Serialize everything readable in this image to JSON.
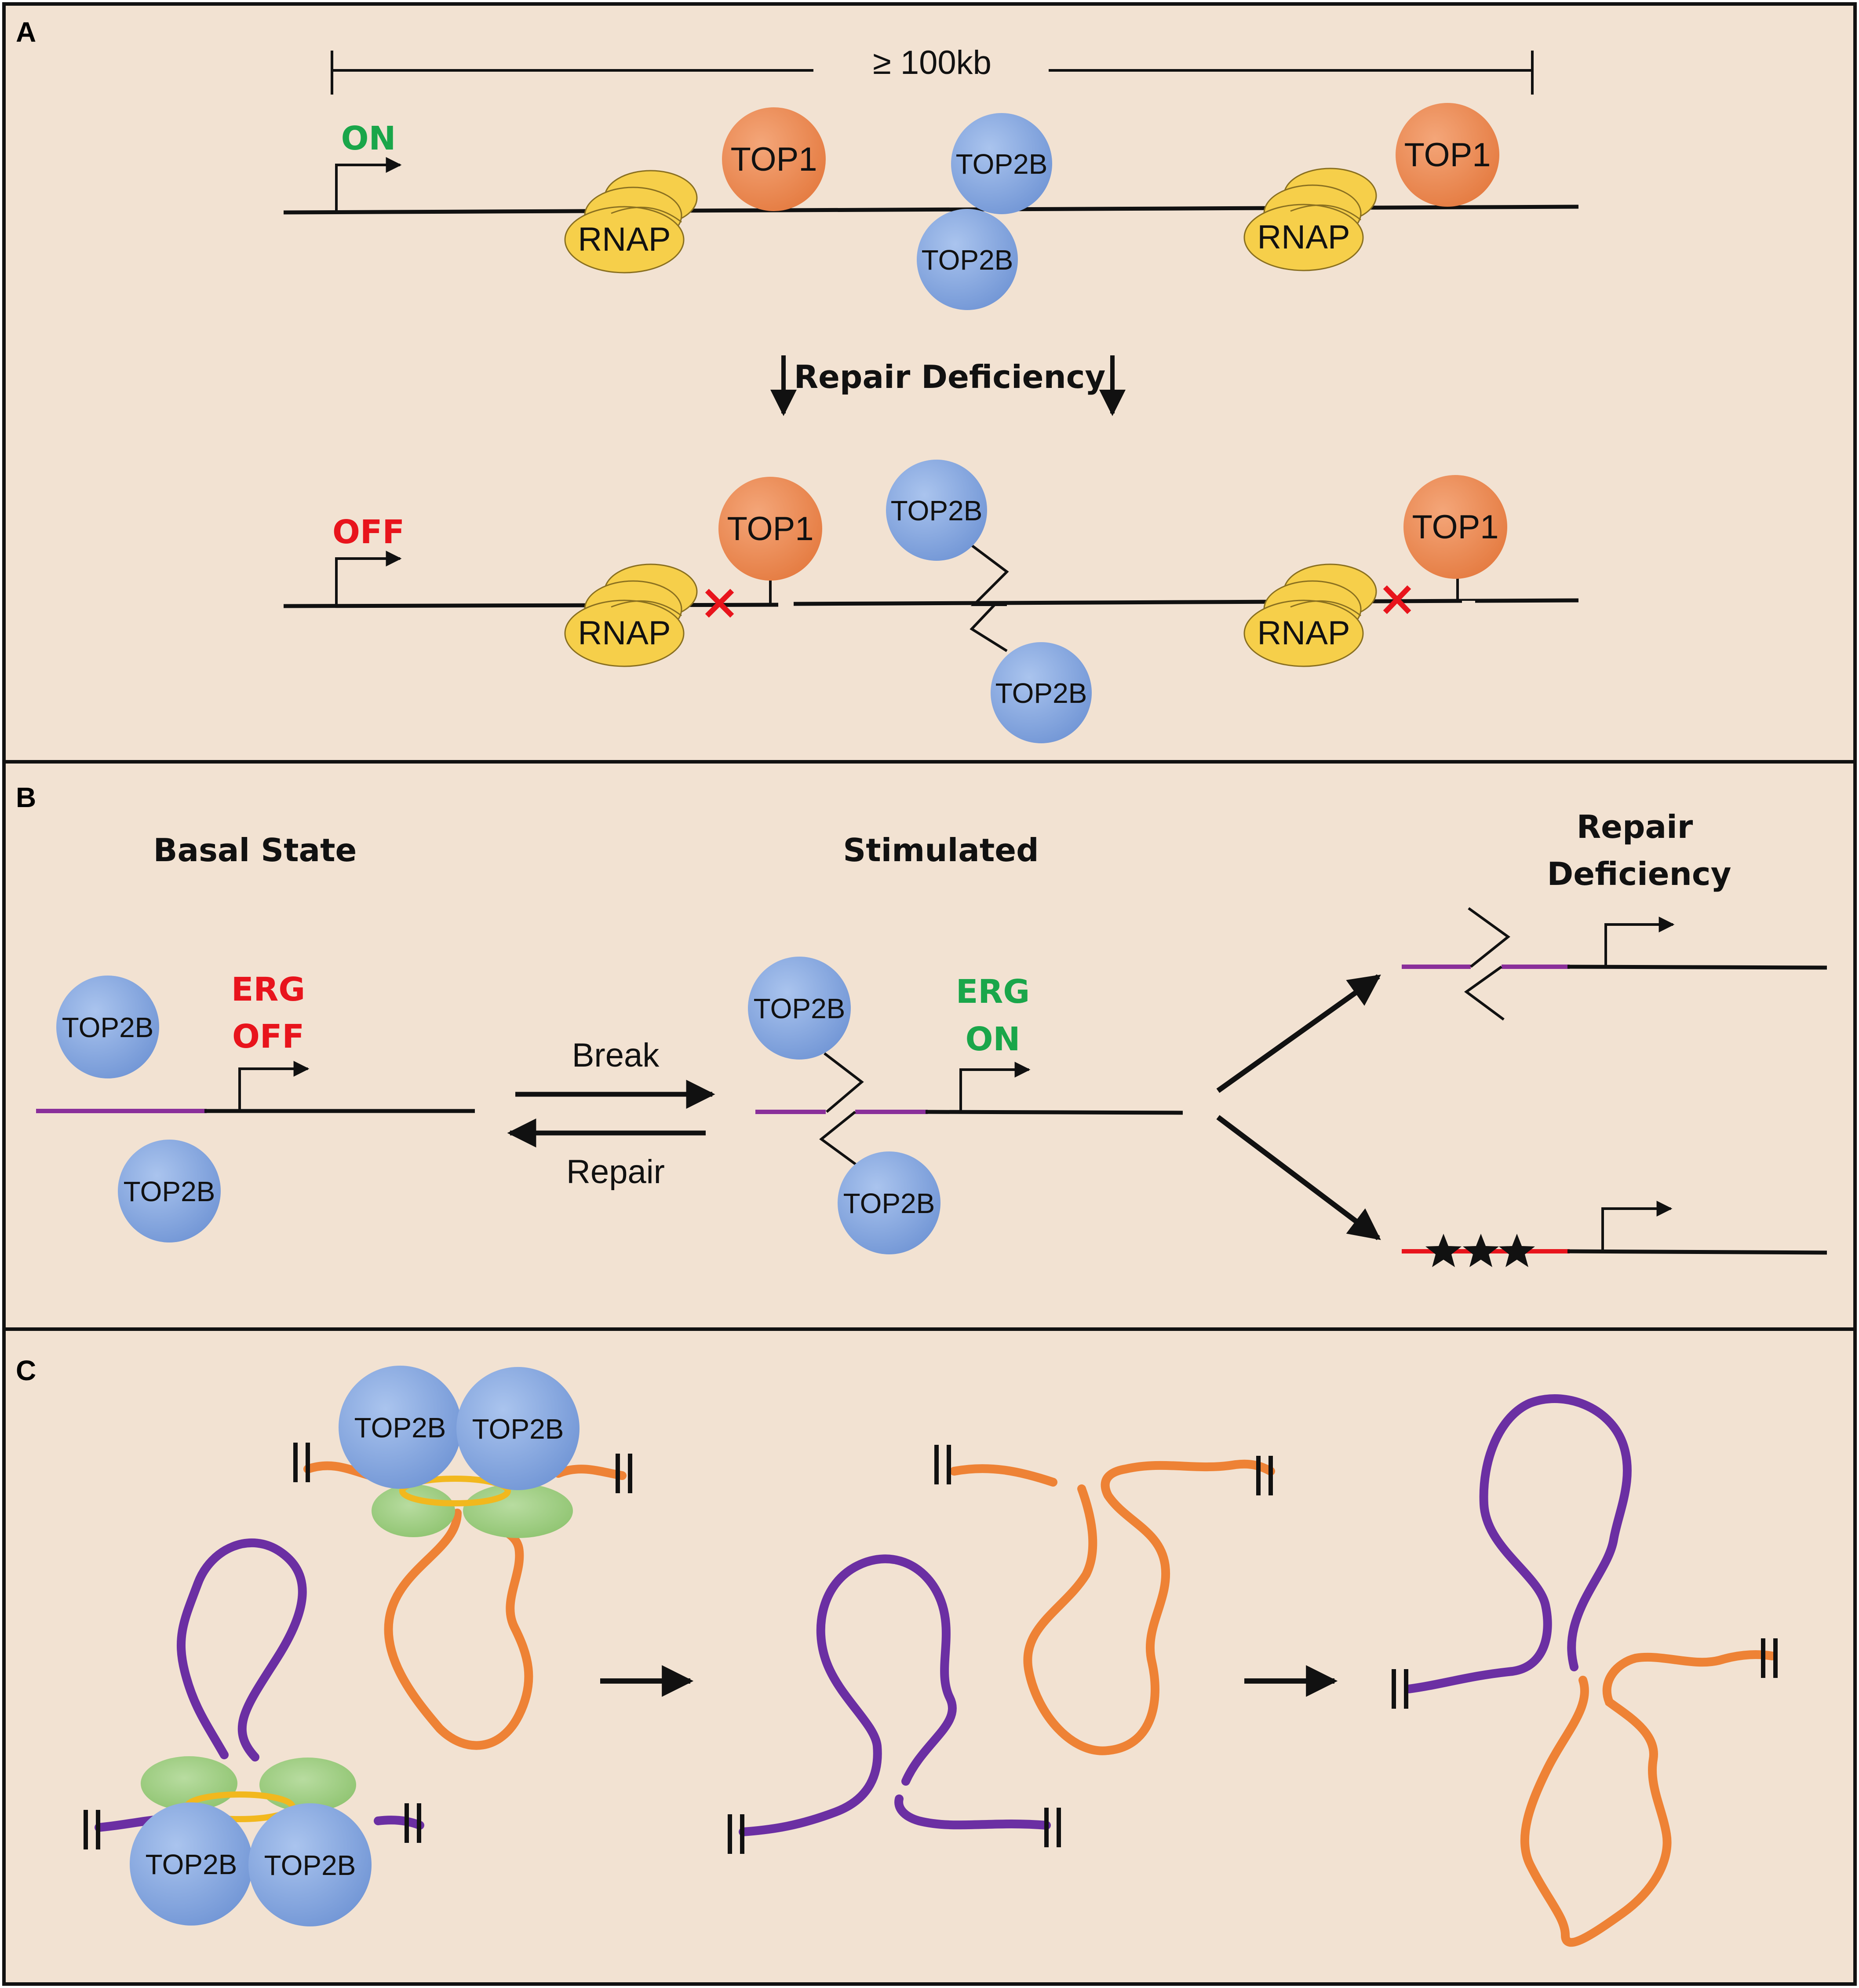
{
  "panels": {
    "a": "A",
    "b": "B",
    "c": "C"
  },
  "panel_a": {
    "scale_label": "≥ 100kb",
    "on": "ON",
    "off": "OFF",
    "repair_deficiency": "Repair Deficiency",
    "top1": "TOP1",
    "top2b": "TOP2B",
    "rnap": "RNAP"
  },
  "panel_b": {
    "basal_state": "Basal State",
    "stimulated": "Stimulated",
    "repair_deficiency_line1": "Repair",
    "repair_deficiency_line2": "Deficiency",
    "erg": "ERG",
    "off": "OFF",
    "on": "ON",
    "break": "Break",
    "repair": "Repair",
    "top2b": "TOP2B"
  },
  "panel_c": {
    "top2b": "TOP2B"
  },
  "colors": {
    "background": "#f2e2d2",
    "top2b_blue": "#86a7de",
    "top1_orange": "#ec8c55",
    "rnap_yellow": "#f6cf4a",
    "condensin_green": "#9acb7c",
    "ring_gold": "#f2b81e",
    "loop_purple": "#6b2fa3",
    "loop_orange": "#ee8235",
    "on_green": "#1aa64a",
    "off_red": "#e8141c",
    "purple_segment": "#8a2f9a",
    "red_segment": "#e8141c"
  }
}
